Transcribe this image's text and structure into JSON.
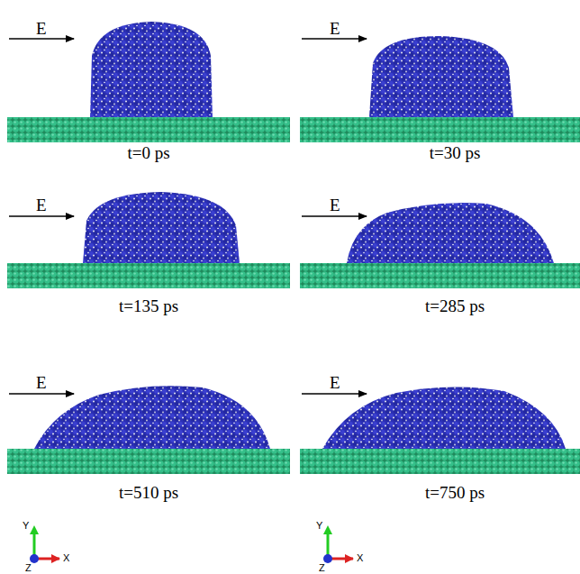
{
  "diagram": {
    "labels": [
      "E",
      "t=0 ps",
      "E",
      "t=30 ps",
      "E",
      "t=135 ps",
      "E",
      "t=285 ps",
      "E",
      "t=510 ps",
      "E",
      "t=750 ps",
      "Y",
      "X",
      "Z",
      "Y",
      "X",
      "Z"
    ]
  }
}
